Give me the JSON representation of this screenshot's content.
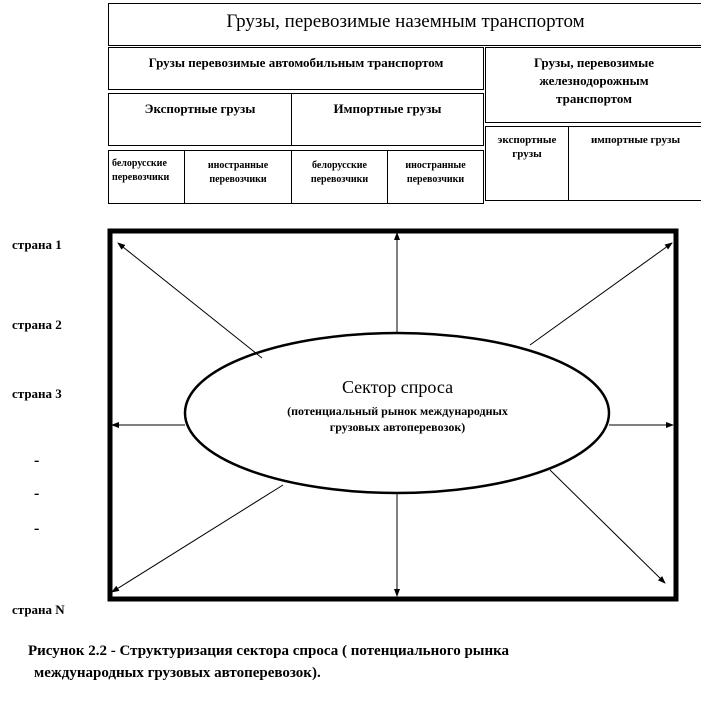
{
  "hierarchy": {
    "top": "Грузы,  перевозимые  наземным  транспортом",
    "auto": "Грузы перевозимые автомобильным транспортом",
    "rail": "Грузы, перевозимые железнодорожным транспортом",
    "auto_export": "Экспортные грузы",
    "auto_import": "Импортные грузы",
    "rail_export": "экспортные грузы",
    "rail_import": "импортные грузы",
    "carriers": [
      "белорусские перевозчики",
      "иностранные перевозчики",
      "белорусские перевозчики",
      "иностранные перевозчики"
    ]
  },
  "countries": [
    "страна 1",
    "страна 2",
    "страна 3",
    "страна N"
  ],
  "ellipse": {
    "title": "Сектор спроса",
    "subtitle": "(потенциальный рынок международных грузовых автоперевозок)"
  },
  "caption": {
    "line1": "Рисунок  2.2 - Структуризация  сектора спроса ( потенциального рынка",
    "line2": "международных грузовых автоперевозок)."
  }
}
